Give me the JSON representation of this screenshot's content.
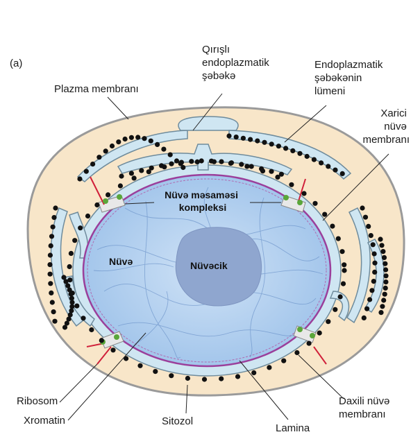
{
  "panel_label": "(a)",
  "colors": {
    "cell_fill": "#f8e6c9",
    "cell_outline": "#999999",
    "er_fill": "#cfe6f2",
    "er_outline": "#6e8b9c",
    "nucleus_fill": "#b8d4f0",
    "nucleolus_fill": "#8fa6cf",
    "lamina": "#9b3f9b",
    "ribosome": "#111111",
    "pore_red": "#d0203a",
    "pore_green": "#5aa63a"
  },
  "labels": {
    "rough_er": [
      "Qırışlı",
      "endoplazmatik",
      "şəbəkə"
    ],
    "er_lumen": [
      "Endoplazmatik",
      "şəbəkənin",
      "lümeni"
    ],
    "plasma_membrane": "Plazma membranı",
    "outer_membrane": [
      "Xarici",
      "nüvə",
      "membranı"
    ],
    "pore_complex": [
      "Nüvə məsaməsi",
      "kompleksi"
    ],
    "nucleus": "Nüvə",
    "nucleolus": "Nüvəcik",
    "ribosome": "Ribosom",
    "chromatin": "Xromatin",
    "cytosol": "Sitozol",
    "lamina": "Lamina",
    "inner_membrane": [
      "Daxili nüvə",
      "membranı"
    ]
  }
}
